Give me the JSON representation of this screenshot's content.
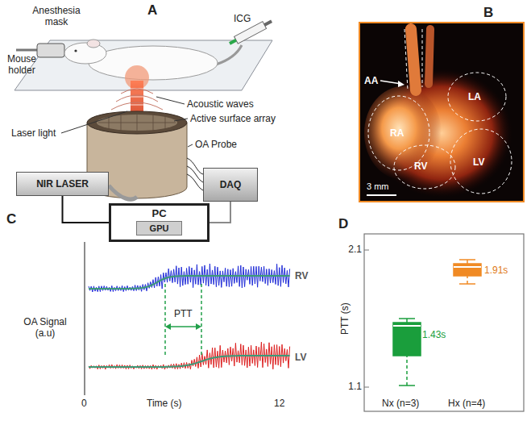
{
  "diagram": {
    "nodes": [
      {
        "text": [
          "NIR LASER"
        ]
      },
      {
        "text": [
          "DAQ"
        ]
      },
      {
        "text": [
          "PC"
        ]
      },
      {
        "text": [
          "GPU"
        ],
        "in": 2
      }
    ],
    "edges": [
      {
        "from": 2,
        "to": 0,
        "arrow": "none"
      },
      {
        "from": 2,
        "to": 1,
        "arrow": "none"
      }
    ],
    "labels": [
      "A",
      "Anesthesia mask",
      "Mouse holder",
      "ICG",
      "Acoustic waves",
      "Active surface array",
      "Laser light",
      "OA Probe",
      "B",
      "AA",
      "RA",
      "LA",
      "RV",
      "LV",
      "3 mm",
      "C",
      "OA Signal (a.u)",
      "RV",
      "LV",
      "PTT",
      "0",
      "Time (s)",
      "12",
      "D",
      "PTT (s)",
      "2.1",
      "1.1",
      "1.43s",
      "1.91s",
      "Nx (n=3)",
      "Hx (n=4)"
    ]
  }
}
